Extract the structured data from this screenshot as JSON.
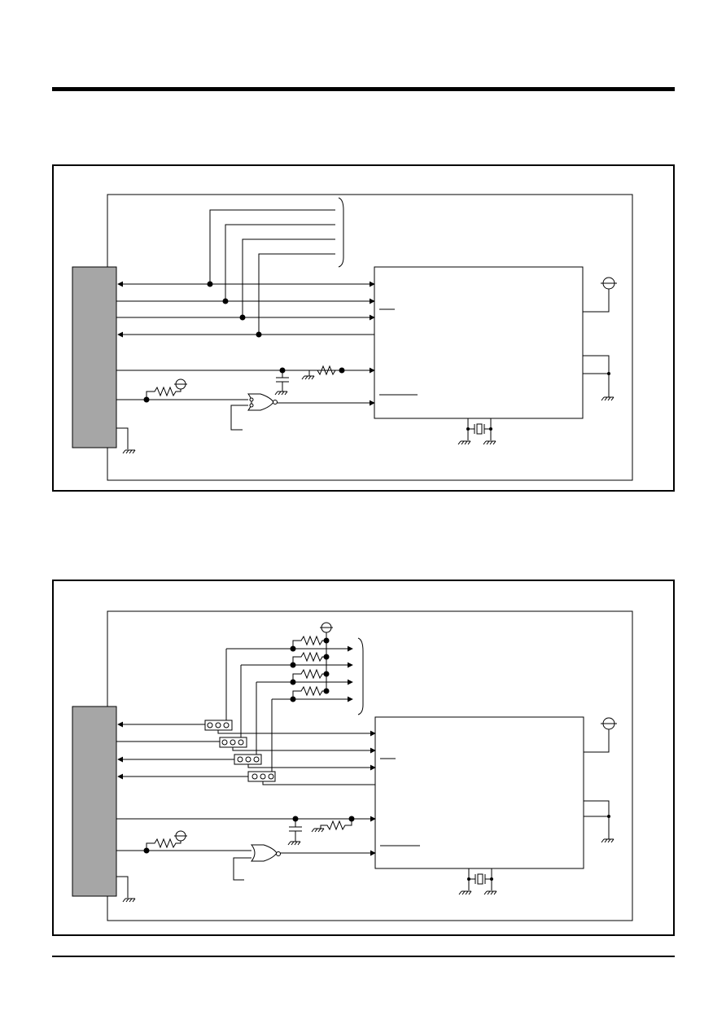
{
  "page": {
    "header_rule": true,
    "footer_rule": true
  },
  "figures": [
    {
      "id": "figure-1",
      "variant": "direct-connection",
      "shaded_block": "gray",
      "visible_text": ""
    },
    {
      "id": "figure-2",
      "variant": "jumper-with-pullups",
      "shaded_block": "gray",
      "visible_text": ""
    }
  ],
  "colors": {
    "line": "#000000",
    "connector_fill": "#a6a6a6",
    "background": "#ffffff"
  },
  "icons": [
    "ground-symbol-icon",
    "power-terminal-icon",
    "resistor-icon",
    "capacitor-icon",
    "nor-gate-icon",
    "crystal-icon",
    "jumper-icon"
  ]
}
